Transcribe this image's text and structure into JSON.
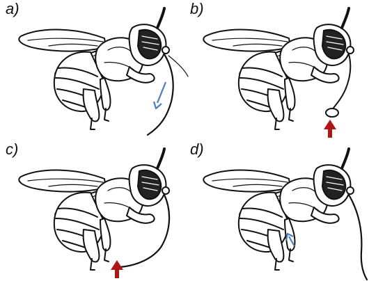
{
  "figure": {
    "panels": [
      {
        "id": "a",
        "label": "a)",
        "arrow": {
          "kind": "thin-curved",
          "color": "#4a7fc1",
          "location": "beside-proboscis"
        }
      },
      {
        "id": "b",
        "label": "b)",
        "arrow": {
          "kind": "thick-up",
          "color": "#b01515",
          "location": "below-proboscis-droplet"
        }
      },
      {
        "id": "c",
        "label": "c)",
        "arrow": {
          "kind": "thick-up",
          "color": "#b01515",
          "location": "below-abdomen-tip"
        }
      },
      {
        "id": "d",
        "label": "d)",
        "arrow": {
          "kind": "thin-diagonal",
          "color": "#4a7fc1",
          "location": "on-hind-leg"
        }
      }
    ],
    "colors": {
      "blue_arrow": "#4a7fc1",
      "red_arrow": "#b01515",
      "ink": "#111111"
    }
  }
}
